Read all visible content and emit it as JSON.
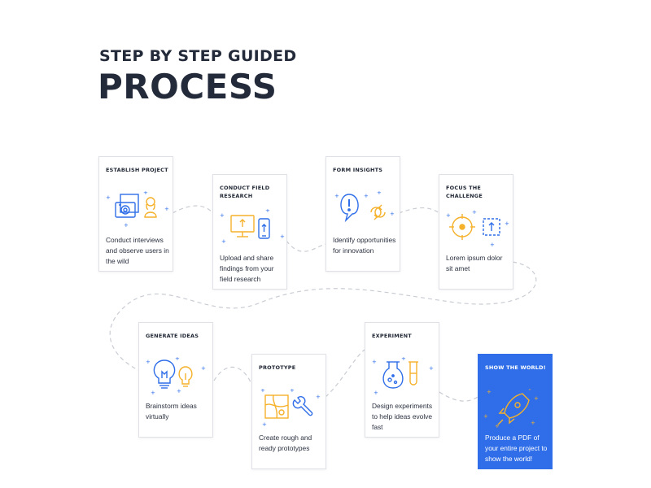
{
  "header": {
    "subtitle": "STEP BY STEP GUIDED",
    "title": "PROCESS"
  },
  "colors": {
    "ink": "#232a3a",
    "blue": "#2f6ee8",
    "orange": "#f5b12a",
    "connector": "#c9ccd3"
  },
  "steps": [
    {
      "title": "ESTABLISH PROJECT",
      "description": "Conduct interviews and observe users in the wild",
      "icons": [
        "camera-icon",
        "person-icon"
      ]
    },
    {
      "title": "CONDUCT FIELD RESEARCH",
      "description": "Upload and share findings from your field research",
      "icons": [
        "monitor-upload-icon",
        "phone-upload-icon"
      ]
    },
    {
      "title": "FORM INSIGHTS",
      "description": "Identify opportunities for innovation",
      "icons": [
        "speech-bubble-icon",
        "refresh-icon"
      ]
    },
    {
      "title": "FOCUS THE CHALLENGE",
      "description": "Lorem ipsum dolor sit amet",
      "icons": [
        "target-icon",
        "upload-box-icon"
      ]
    },
    {
      "title": "GENERATE IDEAS",
      "description": "Brainstorm ideas virtually",
      "icons": [
        "lightbulb-icon",
        "lightbulb-icon"
      ]
    },
    {
      "title": "PROTOTYPE",
      "description": "Create rough and ready prototypes",
      "icons": [
        "blueprint-icon",
        "wrench-icon"
      ]
    },
    {
      "title": "EXPERIMENT",
      "description": "Design experiments to help ideas evolve fast",
      "icons": [
        "flask-icon",
        "test-tube-icon"
      ]
    },
    {
      "title": "SHOW THE WORLD!",
      "description": "Produce a PDF of your entire project to show the world!",
      "icons": [
        "rocket-icon"
      ]
    }
  ]
}
